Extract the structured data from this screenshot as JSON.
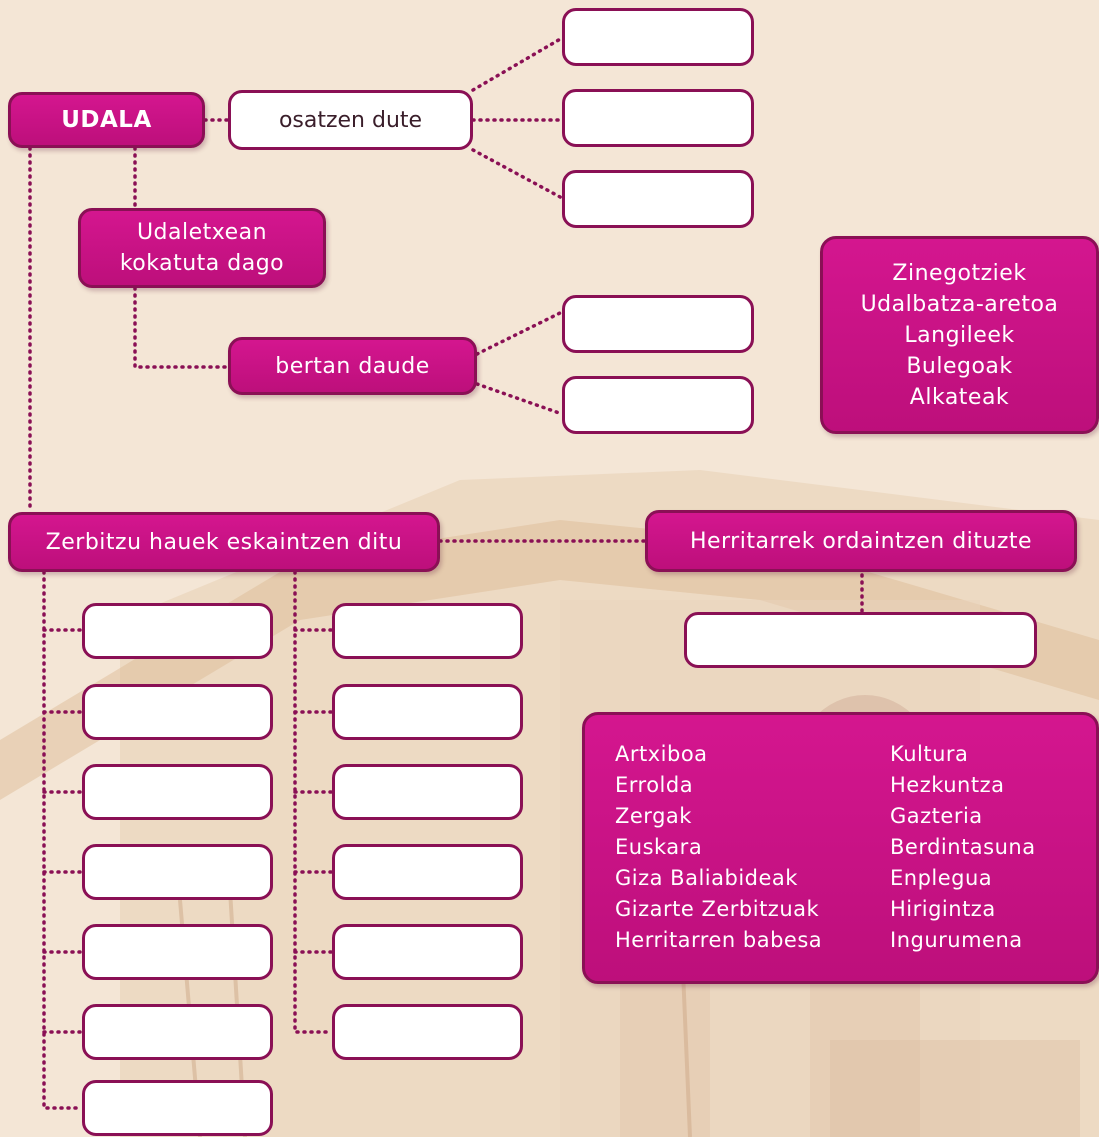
{
  "nodes": {
    "udala": "UDALA",
    "osatzen": "osatzen dute",
    "udaletxean_line1": "Udaletxean",
    "udaletxean_line2": "kokatuta dago",
    "bertan": "bertan daude",
    "zerbitzu": "Zerbitzu hauek eskaintzen ditu",
    "herritarrek": "Herritarrek ordaintzen dituzte"
  },
  "word_bank_1": [
    "Zinegotziek",
    "Udalbatza-aretoa",
    "Langileek",
    "Bulegoak",
    "Alkateak"
  ],
  "word_bank_2": {
    "left": [
      "Artxiboa",
      "Errolda",
      "Zergak",
      "Euskara",
      "Giza Baliabideak",
      "Gizarte Zerbitzuak",
      "Herritarren babesa"
    ],
    "right": [
      "Kultura",
      "Hezkuntza",
      "Gazteria",
      "Berdintasuna",
      "Enplegua",
      "Hirigintza",
      "Ingurumena"
    ]
  },
  "colors": {
    "accent": "#c8137f",
    "border": "#8a1055",
    "background": "#f4e6d6"
  }
}
